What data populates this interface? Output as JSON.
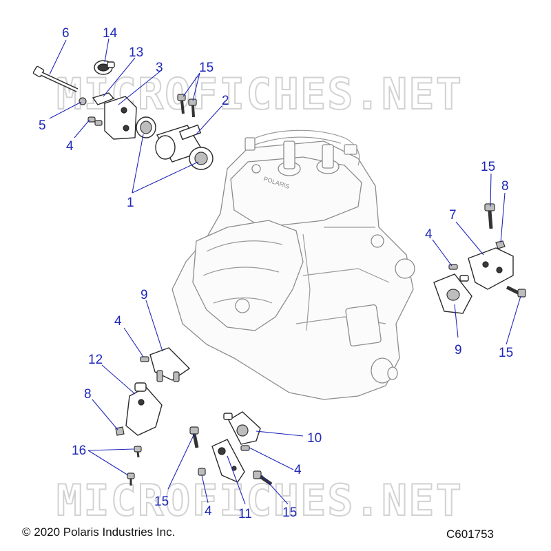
{
  "watermark": "MICROFICHES.NET",
  "engine_label": "POLARIS",
  "copyright": "© 2020 Polaris Industries Inc.",
  "figure_id": "C601753",
  "callouts": {
    "c6": "6",
    "c14": "14",
    "c13": "13",
    "c3": "3",
    "c15_top": "15",
    "c2": "2",
    "c5": "5",
    "c4_top": "4",
    "c1": "1",
    "c15_right": "15",
    "c8_right": "8",
    "c7": "7",
    "c4_right": "4",
    "c9_right": "9",
    "c15_right_low": "15",
    "c9_left": "9",
    "c4_left": "4",
    "c12": "12",
    "c8_left": "8",
    "c16": "16",
    "c10": "10",
    "c4_bottom_right": "4",
    "c15_bottom_left": "15",
    "c4_bottom": "4",
    "c11": "11",
    "c15_bottom": "15"
  },
  "colors": {
    "callout": "#1f27b8",
    "watermark": "#d2d2d2"
  }
}
